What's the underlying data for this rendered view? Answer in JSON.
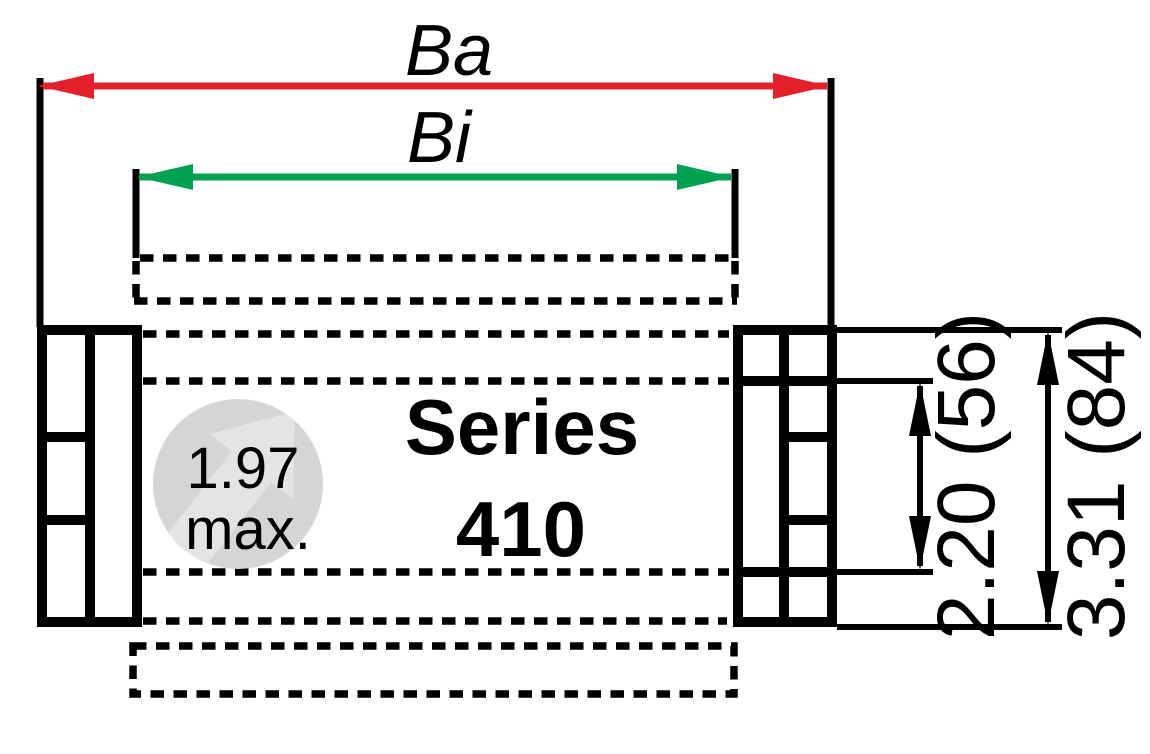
{
  "drawing": {
    "title": {
      "line1": "Series",
      "line2": "410"
    },
    "dimensions": {
      "outer_width": {
        "label": "Ba"
      },
      "inner_width": {
        "label": "Bi"
      },
      "inner_height": {
        "label": "2.20 (56)"
      },
      "outer_height": {
        "label": "3.31 (84)"
      }
    },
    "callout": {
      "value": "1.97",
      "qualifier": "max."
    },
    "icons": {
      "watermark": "arrow-up-right-watermark-icon"
    },
    "colors": {
      "outer_width_accent": "#e4212b",
      "inner_width_accent": "#00a150",
      "line_color": "#000000",
      "callout_circle_fill": "#d5d5d7",
      "callout_watermark_fill": "#e4e4e6"
    }
  }
}
